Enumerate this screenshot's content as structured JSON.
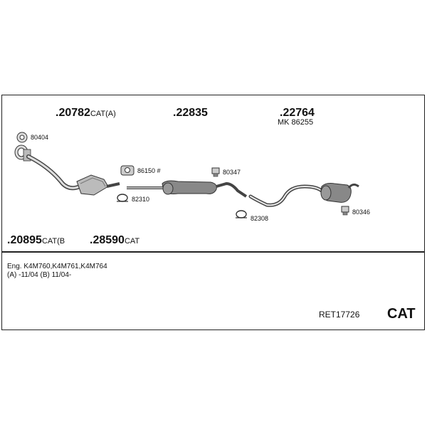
{
  "parts": {
    "p20782": {
      "number": ".20782",
      "suffix": "CAT(A)"
    },
    "p22835": {
      "number": ".22835",
      "suffix": ""
    },
    "p22764": {
      "number": ".22764",
      "suffix": ""
    },
    "p22764_sub": "MK 86255",
    "p20895": {
      "number": ".20895",
      "suffix": "CAT(B"
    },
    "p28590": {
      "number": ".28590",
      "suffix": "CAT"
    }
  },
  "small_parts": {
    "s80404": "80404",
    "s86150": "86150 #",
    "s82310": "82310",
    "s80347": "80347",
    "s82308": "82308",
    "s80346": "80346"
  },
  "info": {
    "engine": "Eng. K4M760,K4M761,K4M764",
    "dates": "(A) -11/04 (B) 11/04-"
  },
  "footer": {
    "ref": "RET17726",
    "type": "CAT"
  }
}
